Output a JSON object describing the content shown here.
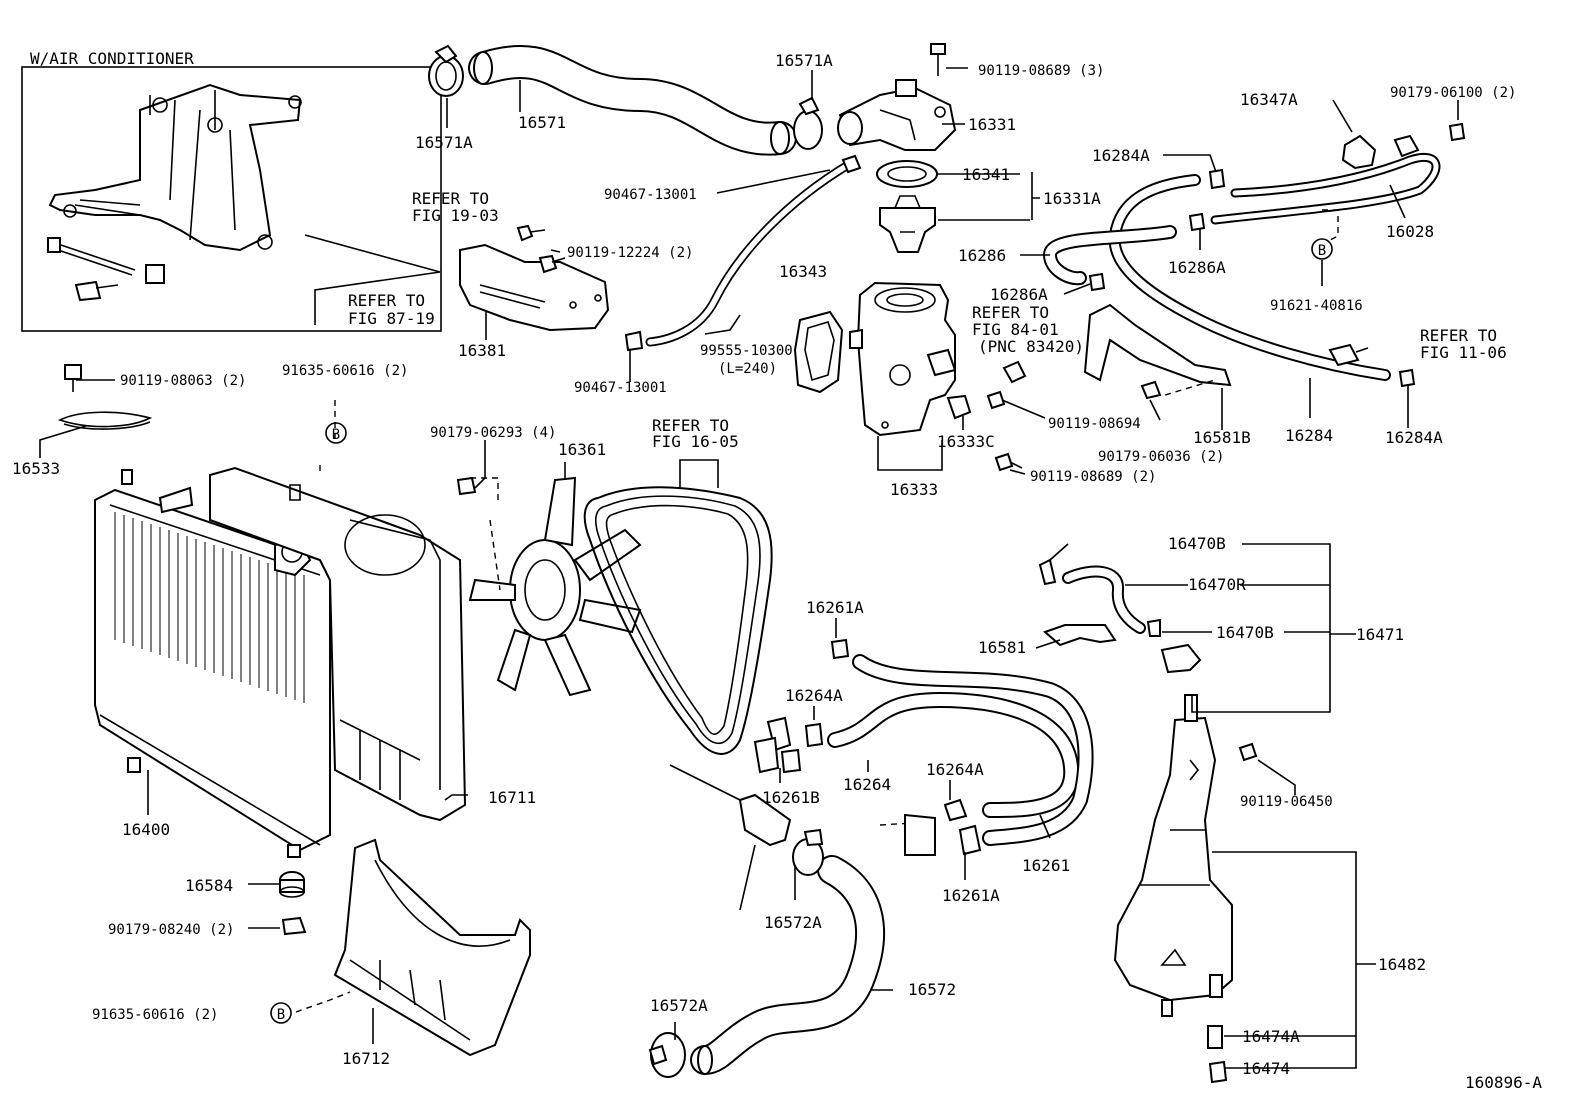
{
  "inset": {
    "title": "W/AIR CONDITIONER",
    "refer": [
      "REFER TO",
      "FIG 87-19"
    ]
  },
  "refers": {
    "r1903": [
      "REFER TO",
      "FIG 19-03"
    ],
    "r1605": [
      "REFER TO",
      "FIG 16-05"
    ],
    "r8401": [
      "REFER TO",
      "FIG 84-01",
      "(PNC 83420)"
    ],
    "r1106": [
      "REFER TO",
      "FIG 11-06"
    ]
  },
  "circle_b": "B",
  "labels": {
    "p16571A_a": "16571A",
    "p16571": "16571",
    "p16571A_b": "16571A",
    "p90119_08689_3": "90119-08689 (3)",
    "p16331": "16331",
    "p16347A": "16347A",
    "p90179_06100": "90179-06100 (2)",
    "p16284A_top": "16284A",
    "p90467_13001_top": "90467-13001",
    "p16341": "16341",
    "p16331A": "16331A",
    "p16028": "16028",
    "p90119_12224": "90119-12224 (2)",
    "p16343": "16343",
    "p16286": "16286",
    "p16286A_r": "16286A",
    "p16286A_m": "16286A",
    "p91621_40816": "91621-40816",
    "p16381": "16381",
    "p99555_10300": "99555-10300",
    "p_L240": "(L=240)",
    "p90119_08063": "90119-08063 (2)",
    "p91635_60616_top": "91635-60616 (2)",
    "p90467_13001_bot": "90467-13001",
    "p90119_08694": "90119-08694",
    "p16581B": "16581B",
    "p16284": "16284",
    "p16284A_bot": "16284A",
    "p16533": "16533",
    "p90179_06293": "90179-06293 (4)",
    "p16361": "16361",
    "p16333C": "16333C",
    "p90179_06036": "90179-06036 (2)",
    "p90119_08689_2": "90119-08689 (2)",
    "p16333": "16333",
    "p16470B_top": "16470B",
    "p16470R": "16470R",
    "p16261A_top": "16261A",
    "p16581": "16581",
    "p16470B_mid": "16470B",
    "p16471": "16471",
    "p16264A_top": "16264A",
    "p16264": "16264",
    "p16261B": "16261B",
    "p16264A_mid": "16264A",
    "p90119_06450": "90119-06450",
    "p16711": "16711",
    "p16400": "16400",
    "p16261": "16261",
    "p16261A_bot": "16261A",
    "p16572A_mid": "16572A",
    "p16584": "16584",
    "p90179_08240": "90179-08240 (2)",
    "p16482": "16482",
    "p91635_60616_bot": "91635-60616 (2)",
    "p16572": "16572",
    "p16572A_bot": "16572A",
    "p16474A": "16474A",
    "p16712": "16712",
    "p16474": "16474",
    "p160896A": "160896-A"
  }
}
